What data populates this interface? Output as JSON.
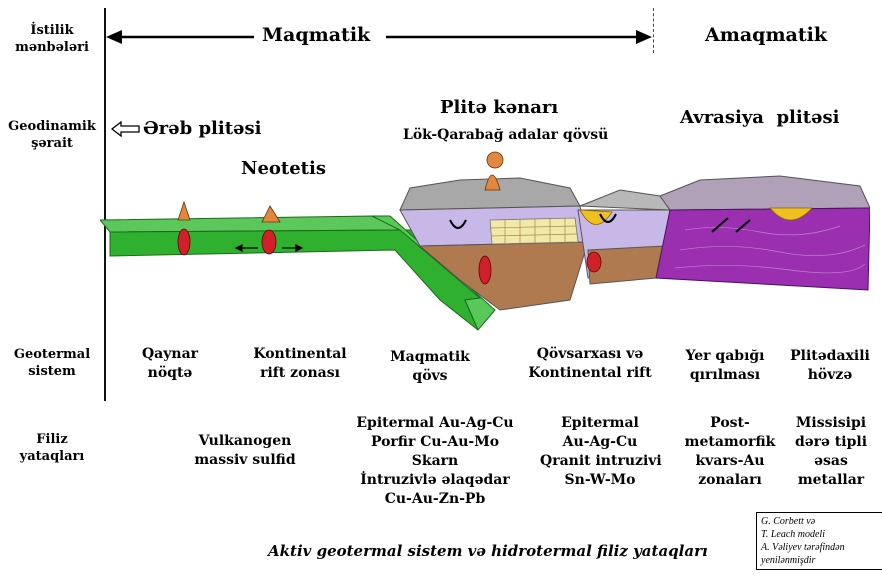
{
  "row_labels": {
    "heat_source": [
      "İstilik",
      "mənbələri"
    ],
    "geodynamic": [
      "Geodinamik",
      "şərait"
    ],
    "geothermal": [
      "Geotermal",
      "sistem"
    ],
    "ore": [
      "Filiz",
      "yataqları"
    ]
  },
  "header": {
    "magmatic": "Maqmatik",
    "amagmatic": "Amaqmatik"
  },
  "settings": {
    "arab_plate": "Ərəb plitəsi",
    "neotethys": "Neotetis",
    "plate_margin": "Plitə kənarı",
    "arc": "Lök-Qarabağ adalar qövsü",
    "eurasia": "Avrasiya  plitəsi"
  },
  "geothermal_systems": [
    [
      "Qaynar",
      "nöqtə"
    ],
    [
      "Kontinental",
      "rift zonası"
    ],
    [
      "Maqmatik",
      "qövs"
    ],
    [
      "Qövsarxası və",
      "Kontinental rift"
    ],
    [
      "Yer qabığı",
      "qırılması"
    ],
    [
      "Plitədaxili",
      "hövzə"
    ]
  ],
  "ore_deposits": [
    [
      "Vulkanogen",
      "massiv sulfid"
    ],
    [
      "Epitermal Au-Ag-Cu",
      "Porfir Cu-Au-Mo",
      "Skarn",
      "İntruzivlə əlaqədar",
      "Cu-Au-Zn-Pb"
    ],
    [
      "Epitermal",
      "Au-Ag-Cu",
      "Qranit intruzivi",
      "Sn-W-Mo"
    ],
    [
      "Post-",
      "metamorfik",
      "kvars-Au",
      "zonaları"
    ],
    [
      "Missisipi",
      "dərə tipli",
      "əsas",
      "metallar"
    ]
  ],
  "caption": "Aktiv geotermal sistem və hidrotermal filiz yataqları",
  "credit": [
    "G. Corbett və",
    "T. Leach modeli",
    "A. Vəliyev tərəfindən",
    "yenilənmişdir"
  ],
  "colors": {
    "oceanic_plate": "#2fb02f",
    "mantle": "#b07a50",
    "crust_lilac": "#c8b8e8",
    "limestone": "#f2e8a8",
    "eurasian_crust": "#9a2fb0",
    "magma": "#d0202a",
    "eruption": "#e08840",
    "deposit_yellow": "#f0c020"
  }
}
